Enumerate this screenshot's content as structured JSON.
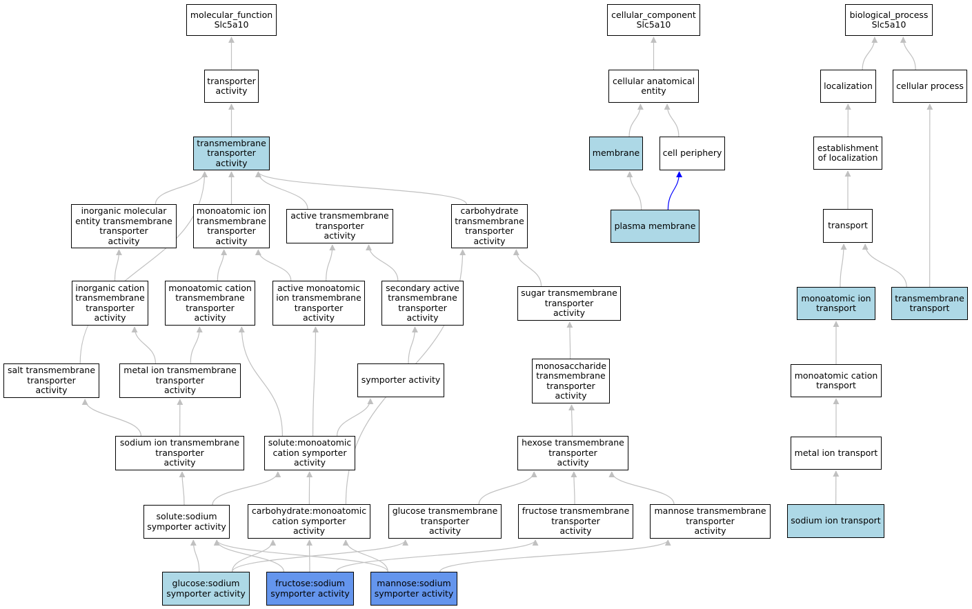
{
  "colors": {
    "edge_default": "#c0c0c0",
    "edge_part_of": "#0000ff",
    "node_highlight_light": "#add8e6",
    "node_highlight_strong": "#6495ed",
    "node_default": "#ffffff"
  },
  "nodes": {
    "mf_root": "molecular_function\nSlc5a10",
    "cc_root": "cellular_component\nSlc5a10",
    "bp_root": "biological_process\nSlc5a10",
    "transporter_activity": "transporter\nactivity",
    "tm_transporter_activity": "transmembrane\ntransporter\nactivity",
    "cellular_anatomical_entity": "cellular anatomical\nentity",
    "membrane": "membrane",
    "cell_periphery": "cell periphery",
    "plasma_membrane": "plasma membrane",
    "localization": "localization",
    "cellular_process": "cellular process",
    "establishment_of_localization": "establishment\nof localization",
    "transport": "transport",
    "monoatomic_ion_transport": "monoatomic ion\ntransport",
    "transmembrane_transport": "transmembrane\ntransport",
    "monoatomic_cation_transport": "monoatomic cation\ntransport",
    "metal_ion_transport": "metal ion transport",
    "sodium_ion_transport": "sodium ion transport",
    "inorganic_molecular_entity_tm": "inorganic molecular\nentity transmembrane\ntransporter\nactivity",
    "monoatomic_ion_tm": "monoatomic ion\ntransmembrane\ntransporter\nactivity",
    "active_tm": "active transmembrane\ntransporter\nactivity",
    "carbohydrate_tm": "carbohydrate\ntransmembrane\ntransporter\nactivity",
    "inorganic_cation_tm": "inorganic cation\ntransmembrane\ntransporter\nactivity",
    "monoatomic_cation_tm": "monoatomic cation\ntransmembrane\ntransporter\nactivity",
    "active_monoatomic_ion_tm": "active monoatomic\nion transmembrane\ntransporter\nactivity",
    "secondary_active_tm": "secondary active\ntransmembrane\ntransporter\nactivity",
    "sugar_tm": "sugar transmembrane\ntransporter\nactivity",
    "salt_tm": "salt transmembrane\ntransporter\nactivity",
    "metal_ion_tm": "metal ion transmembrane\ntransporter\nactivity",
    "symporter_activity": "symporter activity",
    "monosaccharide_tm": "monosaccharide\ntransmembrane\ntransporter\nactivity",
    "sodium_ion_tm": "sodium ion transmembrane\ntransporter\nactivity",
    "solute_monoatomic_cation_symporter": "solute:monoatomic\ncation symporter\nactivity",
    "hexose_tm": "hexose transmembrane\ntransporter\nactivity",
    "solute_sodium_symporter": "solute:sodium\nsymporter activity",
    "carbohydrate_monoatomic_cation_symporter": "carbohydrate:monoatomic\ncation symporter\nactivity",
    "glucose_tm": "glucose transmembrane\ntransporter\nactivity",
    "fructose_tm": "fructose transmembrane\ntransporter\nactivity",
    "mannose_tm": "mannose transmembrane\ntransporter\nactivity",
    "glucose_sodium_symporter": "glucose:sodium\nsymporter activity",
    "fructose_sodium_symporter": "fructose:sodium\nsymporter activity",
    "mannose_sodium_symporter": "mannose:sodium\nsymporter activity"
  },
  "highlighted_light": [
    "tm_transporter_activity",
    "membrane",
    "plasma_membrane",
    "monoatomic_ion_transport",
    "transmembrane_transport",
    "sodium_ion_transport",
    "glucose_sodium_symporter"
  ],
  "highlighted_strong": [
    "fructose_sodium_symporter",
    "mannose_sodium_symporter"
  ],
  "edges": [
    [
      "transporter_activity",
      "mf_root",
      "is_a"
    ],
    [
      "tm_transporter_activity",
      "transporter_activity",
      "is_a"
    ],
    [
      "inorganic_molecular_entity_tm",
      "tm_transporter_activity",
      "is_a"
    ],
    [
      "monoatomic_ion_tm",
      "tm_transporter_activity",
      "is_a"
    ],
    [
      "active_tm",
      "tm_transporter_activity",
      "is_a"
    ],
    [
      "carbohydrate_tm",
      "tm_transporter_activity",
      "is_a"
    ],
    [
      "salt_tm",
      "tm_transporter_activity",
      "is_a"
    ],
    [
      "inorganic_cation_tm",
      "inorganic_molecular_entity_tm",
      "is_a"
    ],
    [
      "monoatomic_cation_tm",
      "monoatomic_ion_tm",
      "is_a"
    ],
    [
      "active_monoatomic_ion_tm",
      "monoatomic_ion_tm",
      "is_a"
    ],
    [
      "active_monoatomic_ion_tm",
      "active_tm",
      "is_a"
    ],
    [
      "secondary_active_tm",
      "active_tm",
      "is_a"
    ],
    [
      "sugar_tm",
      "carbohydrate_tm",
      "is_a"
    ],
    [
      "metal_ion_tm",
      "inorganic_cation_tm",
      "is_a"
    ],
    [
      "metal_ion_tm",
      "monoatomic_cation_tm",
      "is_a"
    ],
    [
      "symporter_activity",
      "secondary_active_tm",
      "is_a"
    ],
    [
      "monosaccharide_tm",
      "sugar_tm",
      "is_a"
    ],
    [
      "sodium_ion_tm",
      "salt_tm",
      "is_a"
    ],
    [
      "sodium_ion_tm",
      "metal_ion_tm",
      "is_a"
    ],
    [
      "solute_monoatomic_cation_symporter",
      "monoatomic_cation_tm",
      "is_a"
    ],
    [
      "solute_monoatomic_cation_symporter",
      "active_monoatomic_ion_tm",
      "is_a"
    ],
    [
      "solute_monoatomic_cation_symporter",
      "symporter_activity",
      "is_a"
    ],
    [
      "hexose_tm",
      "monosaccharide_tm",
      "is_a"
    ],
    [
      "solute_sodium_symporter",
      "sodium_ion_tm",
      "is_a"
    ],
    [
      "solute_sodium_symporter",
      "solute_monoatomic_cation_symporter",
      "is_a"
    ],
    [
      "carbohydrate_monoatomic_cation_symporter",
      "solute_monoatomic_cation_symporter",
      "is_a"
    ],
    [
      "carbohydrate_monoatomic_cation_symporter",
      "carbohydrate_tm",
      "is_a"
    ],
    [
      "glucose_tm",
      "hexose_tm",
      "is_a"
    ],
    [
      "fructose_tm",
      "hexose_tm",
      "is_a"
    ],
    [
      "mannose_tm",
      "hexose_tm",
      "is_a"
    ],
    [
      "glucose_sodium_symporter",
      "solute_sodium_symporter",
      "is_a"
    ],
    [
      "glucose_sodium_symporter",
      "carbohydrate_monoatomic_cation_symporter",
      "is_a"
    ],
    [
      "glucose_sodium_symporter",
      "glucose_tm",
      "is_a"
    ],
    [
      "fructose_sodium_symporter",
      "solute_sodium_symporter",
      "is_a"
    ],
    [
      "fructose_sodium_symporter",
      "carbohydrate_monoatomic_cation_symporter",
      "is_a"
    ],
    [
      "fructose_sodium_symporter",
      "fructose_tm",
      "is_a"
    ],
    [
      "mannose_sodium_symporter",
      "solute_sodium_symporter",
      "is_a"
    ],
    [
      "mannose_sodium_symporter",
      "carbohydrate_monoatomic_cation_symporter",
      "is_a"
    ],
    [
      "mannose_sodium_symporter",
      "mannose_tm",
      "is_a"
    ],
    [
      "cellular_anatomical_entity",
      "cc_root",
      "is_a"
    ],
    [
      "membrane",
      "cellular_anatomical_entity",
      "is_a"
    ],
    [
      "cell_periphery",
      "cellular_anatomical_entity",
      "is_a"
    ],
    [
      "plasma_membrane",
      "membrane",
      "is_a"
    ],
    [
      "plasma_membrane",
      "cell_periphery",
      "part_of"
    ],
    [
      "localization",
      "bp_root",
      "is_a"
    ],
    [
      "cellular_process",
      "bp_root",
      "is_a"
    ],
    [
      "establishment_of_localization",
      "localization",
      "is_a"
    ],
    [
      "transport",
      "establishment_of_localization",
      "is_a"
    ],
    [
      "monoatomic_ion_transport",
      "transport",
      "is_a"
    ],
    [
      "transmembrane_transport",
      "transport",
      "is_a"
    ],
    [
      "transmembrane_transport",
      "cellular_process",
      "is_a"
    ],
    [
      "monoatomic_cation_transport",
      "monoatomic_ion_transport",
      "is_a"
    ],
    [
      "metal_ion_transport",
      "monoatomic_cation_transport",
      "is_a"
    ],
    [
      "sodium_ion_transport",
      "metal_ion_transport",
      "is_a"
    ]
  ]
}
